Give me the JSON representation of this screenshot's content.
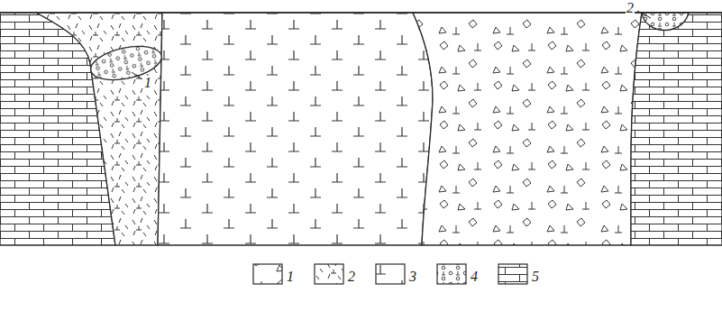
{
  "diagram": {
    "labels": [
      "1",
      "2"
    ],
    "legend": [
      {
        "text": "1"
      },
      {
        "text": "2"
      },
      {
        "text": "3"
      },
      {
        "text": "4"
      },
      {
        "text": "5"
      }
    ]
  }
}
